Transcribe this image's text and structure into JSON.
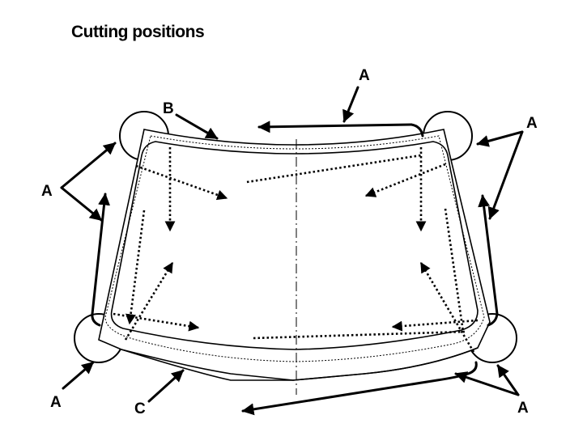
{
  "title": "Cutting positions",
  "labels": {
    "a_top": "A",
    "a_top_right": "A",
    "a_left": "A",
    "a_bottom_left": "A",
    "a_bottom_right": "A",
    "b": "B",
    "c": "C"
  }
}
